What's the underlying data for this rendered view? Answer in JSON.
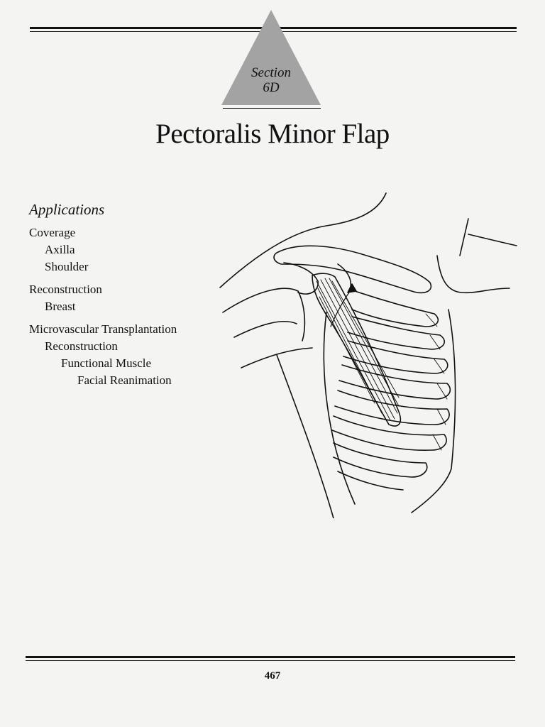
{
  "section": {
    "word": "Section",
    "number": "6D"
  },
  "title": "Pectoralis Minor Flap",
  "applications": {
    "heading": "Applications",
    "items": [
      {
        "label": "Coverage",
        "level": 1
      },
      {
        "label": "Axilla",
        "level": 2
      },
      {
        "label": "Shoulder",
        "level": 2
      },
      {
        "label": "Reconstruction",
        "level": 1
      },
      {
        "label": "Breast",
        "level": 2
      },
      {
        "label": "Microvascular Transplantation",
        "level": 1
      },
      {
        "label": "Reconstruction",
        "level": 2
      },
      {
        "label": "Functional Muscle",
        "level": 3
      },
      {
        "label": "Facial Reanimation",
        "level": 4
      }
    ]
  },
  "page_number": "467",
  "colors": {
    "triangle": "#a3a3a3",
    "ink": "#111111",
    "paper": "#f4f4f3"
  }
}
